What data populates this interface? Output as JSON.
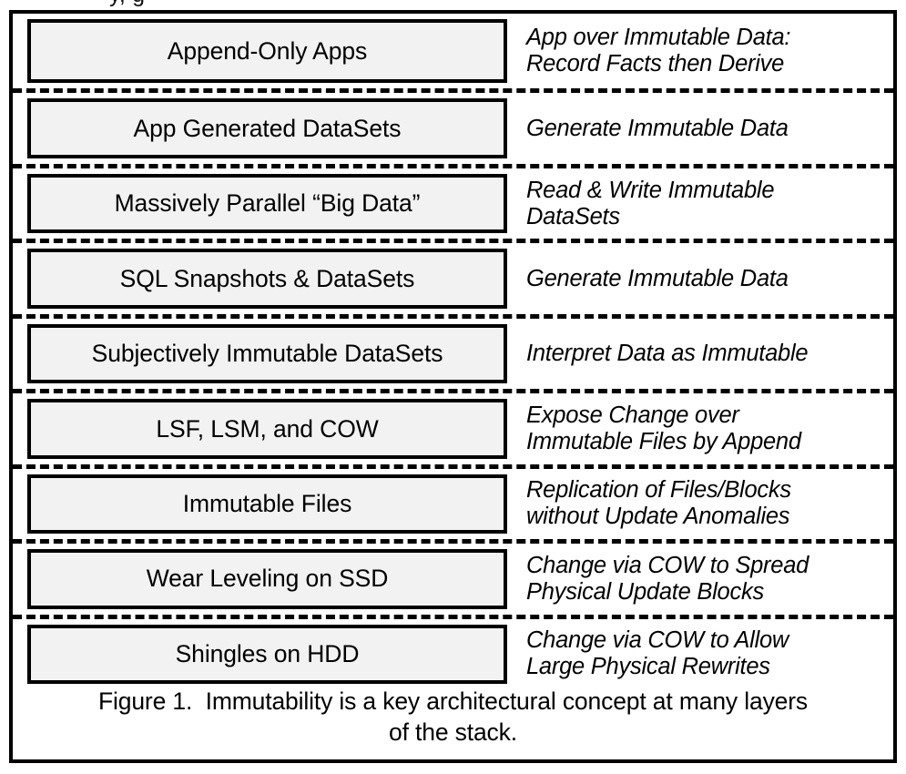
{
  "page_bleed_text": "y,                                                    g",
  "figure": {
    "caption_lines": [
      "Figure 1.  Immutability is a key architectural concept at many layers",
      "of the stack."
    ],
    "colors": {
      "box_fill": "#f2f2f2",
      "border": "#000000",
      "background": "#ffffff",
      "text": "#000000"
    },
    "layers": [
      {
        "name": "Append-Only Apps",
        "description": "App over Immutable Data: Record Facts then Derive",
        "description_lines": [
          "App over Immutable Data:",
          "Record Facts then Derive"
        ]
      },
      {
        "name": "App Generated DataSets",
        "description": "Generate Immutable Data",
        "description_lines": [
          "Generate Immutable Data"
        ]
      },
      {
        "name": "Massively Parallel “Big Data”",
        "description": "Read & Write Immutable DataSets",
        "description_lines": [
          "Read & Write Immutable",
          "DataSets"
        ]
      },
      {
        "name": "SQL Snapshots & DataSets",
        "description": "Generate Immutable Data",
        "description_lines": [
          "Generate Immutable Data"
        ]
      },
      {
        "name": "Subjectively Immutable DataSets",
        "description": "Interpret Data as Immutable",
        "description_lines": [
          "Interpret Data as Immutable"
        ]
      },
      {
        "name": "LSF, LSM, and COW",
        "description": "Expose Change over Immutable Files by Append",
        "description_lines": [
          "Expose Change over",
          "Immutable Files by Append"
        ]
      },
      {
        "name": "Immutable Files",
        "description": "Replication of Files/Blocks without Update Anomalies",
        "description_lines": [
          "Replication of Files/Blocks",
          "without Update Anomalies"
        ]
      },
      {
        "name": "Wear Leveling on SSD",
        "description": "Change via COW to Spread Physical Update Blocks",
        "description_lines": [
          "Change via COW to Spread",
          "Physical Update Blocks"
        ]
      },
      {
        "name": "Shingles on HDD",
        "description": "Change via COW to Allow Large Physical Rewrites",
        "description_lines": [
          "Change via COW to Allow",
          "Large Physical Rewrites"
        ]
      }
    ]
  }
}
